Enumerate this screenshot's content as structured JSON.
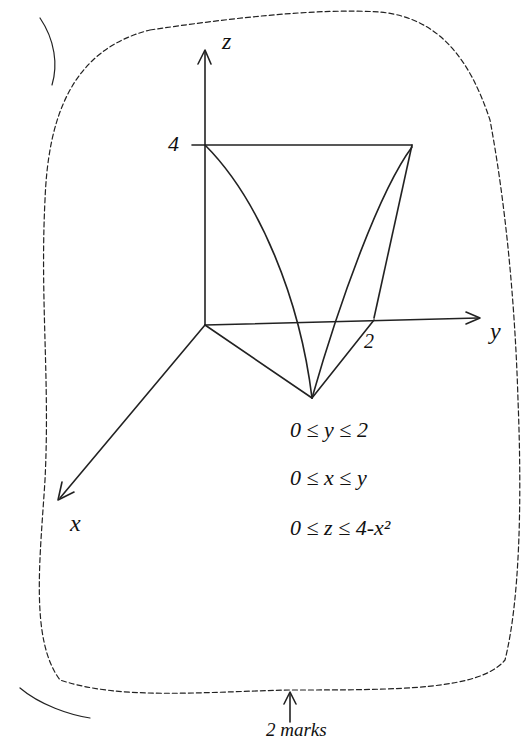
{
  "diagram": {
    "labels": [
      "z",
      "4",
      "2",
      "y",
      "x",
      "0 ≤ y ≤ 2",
      "0 ≤ x ≤ y",
      "0 ≤ z ≤ 4-x²",
      "2 marks"
    ]
  }
}
